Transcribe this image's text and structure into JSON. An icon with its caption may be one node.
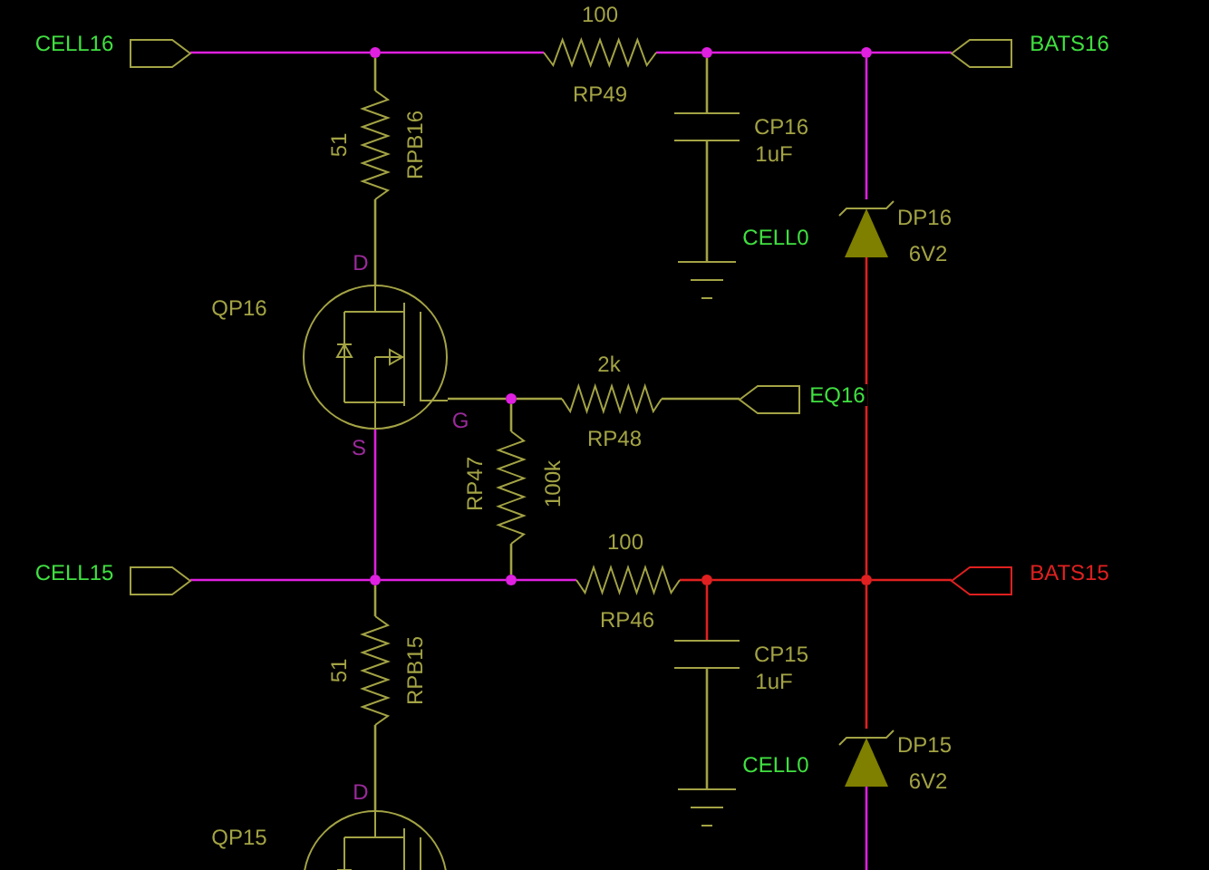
{
  "diagram": {
    "nodes": [
      {
        "text": [],
        "shape": "pentagon",
        "beside": [
          "CELL16"
        ]
      },
      {
        "text": [],
        "shape": "dot"
      },
      {
        "text": [],
        "shape": "resistor",
        "beside": [
          "100",
          "RP49"
        ]
      },
      {
        "text": [],
        "shape": "dot"
      },
      {
        "text": [],
        "shape": "dot"
      },
      {
        "text": [],
        "shape": "pentagon",
        "beside": [
          "BATS16"
        ]
      },
      {
        "text": [],
        "shape": "resistor",
        "beside": [
          "51",
          "RPB16"
        ]
      },
      {
        "text": [],
        "shape": "capacitor",
        "beside": [
          "CP16",
          "1uF"
        ]
      },
      {
        "text": [],
        "shape": "ground",
        "beside": [
          "CELL0"
        ]
      },
      {
        "text": [],
        "shape": "diode",
        "beside": [
          "DP16",
          "6V2"
        ]
      },
      {
        "text": [],
        "shape": "transistor",
        "beside": [
          "QP16",
          "D",
          "S",
          "G"
        ]
      },
      {
        "text": [],
        "shape": "dot"
      },
      {
        "text": [],
        "shape": "resistor",
        "beside": [
          "2k",
          "RP48"
        ]
      },
      {
        "text": [],
        "shape": "pentagon",
        "beside": [
          "EQ16"
        ]
      },
      {
        "text": [],
        "shape": "resistor",
        "beside": [
          "RP47",
          "100k"
        ]
      },
      {
        "text": [],
        "shape": "pentagon",
        "beside": [
          "CELL15"
        ]
      },
      {
        "text": [],
        "shape": "dot"
      },
      {
        "text": [],
        "shape": "dot"
      },
      {
        "text": [],
        "shape": "resistor",
        "beside": [
          "100",
          "RP46"
        ]
      },
      {
        "text": [],
        "shape": "dot"
      },
      {
        "text": [],
        "shape": "dot"
      },
      {
        "text": [],
        "shape": "pentagon",
        "beside": [
          "BATS15"
        ]
      },
      {
        "text": [],
        "shape": "resistor",
        "beside": [
          "51",
          "RPB15"
        ]
      },
      {
        "text": [],
        "shape": "capacitor",
        "beside": [
          "CP15",
          "1uF"
        ]
      },
      {
        "text": [],
        "shape": "ground",
        "beside": [
          "CELL0"
        ]
      },
      {
        "text": [],
        "shape": "diode",
        "beside": [
          "DP15",
          "6V2"
        ]
      },
      {
        "text": [],
        "shape": "transistor",
        "beside": [
          "QP15",
          "D"
        ]
      }
    ],
    "edges": [
      {
        "from": 0,
        "to": 1,
        "arrow": "none",
        "color": "#e020e0"
      },
      {
        "from": 1,
        "to": 2,
        "arrow": "none",
        "color": "#e020e0"
      },
      {
        "from": 2,
        "to": 3,
        "arrow": "none",
        "color": "#e020e0"
      },
      {
        "from": 3,
        "to": 4,
        "arrow": "none",
        "color": "#e020e0"
      },
      {
        "from": 4,
        "to": 5,
        "arrow": "none",
        "color": "#e020e0"
      },
      {
        "from": 1,
        "to": 6,
        "arrow": "none"
      },
      {
        "from": 6,
        "to": 10,
        "arrow": "none"
      },
      {
        "from": 3,
        "to": 7,
        "arrow": "none"
      },
      {
        "from": 7,
        "to": 8,
        "arrow": "none"
      },
      {
        "from": 4,
        "to": 9,
        "arrow": "none",
        "color": "#e020e0"
      },
      {
        "from": 9,
        "to": 20,
        "arrow": "none",
        "color": "#e02020"
      },
      {
        "from": 10,
        "to": 11,
        "arrow": "none"
      },
      {
        "from": 11,
        "to": 12,
        "arrow": "none"
      },
      {
        "from": 12,
        "to": 13,
        "arrow": "none"
      },
      {
        "from": 11,
        "to": 14,
        "arrow": "none"
      },
      {
        "from": 14,
        "to": 17,
        "arrow": "none"
      },
      {
        "from": 10,
        "to": 16,
        "arrow": "none",
        "color": "#e020e0"
      },
      {
        "from": 15,
        "to": 16,
        "arrow": "none",
        "color": "#e020e0"
      },
      {
        "from": 16,
        "to": 17,
        "arrow": "none",
        "color": "#e020e0"
      },
      {
        "from": 17,
        "to": 18,
        "arrow": "none",
        "color": "#e020e0"
      },
      {
        "from": 18,
        "to": 19,
        "arrow": "none",
        "color": "#e02020"
      },
      {
        "from": 19,
        "to": 20,
        "arrow": "none",
        "color": "#e02020"
      },
      {
        "from": 20,
        "to": 21,
        "arrow": "none",
        "color": "#e02020"
      },
      {
        "from": 19,
        "to": 23,
        "arrow": "none",
        "color": "#e02020"
      },
      {
        "from": 23,
        "to": 24,
        "arrow": "none"
      },
      {
        "from": 16,
        "to": 22,
        "arrow": "none"
      },
      {
        "from": 22,
        "to": 26,
        "arrow": "none"
      },
      {
        "from": 20,
        "to": 25,
        "arrow": "none",
        "color": "#e02020"
      },
      {
        "from": 25,
        "to": null,
        "arrow": "none",
        "color": "#e020e0"
      }
    ]
  }
}
